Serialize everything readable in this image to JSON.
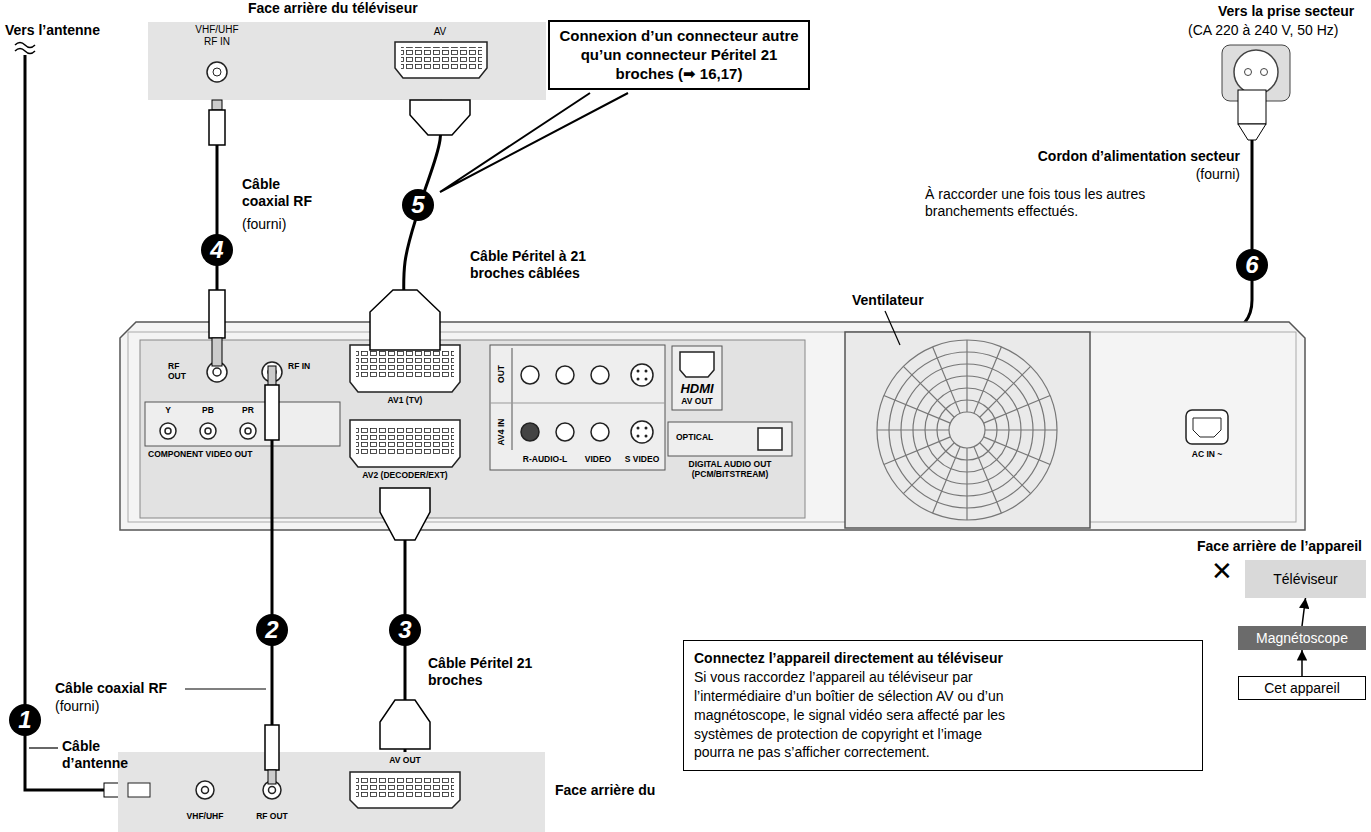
{
  "diagram": {
    "nodes": [
      {
        "text": [
          "Face arrière du téléviseur"
        ]
      },
      {
        "text": [
          "Connexion d’un connecteur autre qu’un connecteur Péritel 21 broches (➡ 16,17)"
        ]
      },
      {
        "text": [
          "Face arrière de l’appareil"
        ]
      },
      {
        "text": [
          "Connectez l’appareil directement au téléviseur",
          "Si vous raccordez l’appareil au téléviseur par l’intermédiaire d’un boîtier de sélection AV ou d’un magnétoscope, le signal vidéo sera affecté par les systèmes de protection de copyright et l’image pourra ne pas s’afficher correctement."
        ]
      },
      {
        "text": [
          "Téléviseur"
        ]
      },
      {
        "text": [
          "Magnétoscope"
        ]
      },
      {
        "text": [
          "Cet appareil"
        ]
      },
      {
        "text": [
          "Face arrière du"
        ]
      }
    ],
    "edges": [
      {
        "from": 0,
        "to": 2,
        "arrow": "none"
      },
      {
        "from": 0,
        "to": 2,
        "arrow": "none"
      },
      {
        "from": 7,
        "to": 2,
        "arrow": "none"
      },
      {
        "from": 2,
        "to": 7,
        "arrow": "none"
      },
      {
        "from": 6,
        "to": 5,
        "arrow": "to"
      },
      {
        "from": 5,
        "to": 4,
        "arrow": "to"
      }
    ],
    "labels": [
      "Vers l’antenne",
      "VHF/UHF RF IN",
      "AV",
      "Vers la prise secteur",
      "(CA 220 à 240 V, 50 Hz)",
      "Cordon d’alimentation secteur",
      "(fourni)",
      "À raccorder une fois tous les autres branchements effectués.",
      "Câble coaxial RF",
      "(fourni)",
      "4",
      "5",
      "Câble Péritel à 21 broches câblées",
      "6",
      "Ventilateur",
      "RF OUT",
      "RF IN",
      "Y",
      "PB",
      "PR",
      "COMPONENT VIDEO OUT",
      "AV1 (TV)",
      "AV2 (DECODER/EXT)",
      "OUT",
      "AV4 IN",
      "R-AUDIO-L",
      "VIDEO",
      "S VIDEO",
      "HDMI",
      "AV OUT",
      "OPTICAL",
      "DIGITAL AUDIO OUT (PCM/BITSTREAM)",
      "AC IN ~",
      "Câble coaxial RF",
      "(fourni)",
      "2",
      "3",
      "Câble Péritel 21 broches",
      "1",
      "Câble d’antenne",
      "✕",
      "VHF/UHF",
      "RF OUT",
      "AV OUT"
    ]
  }
}
